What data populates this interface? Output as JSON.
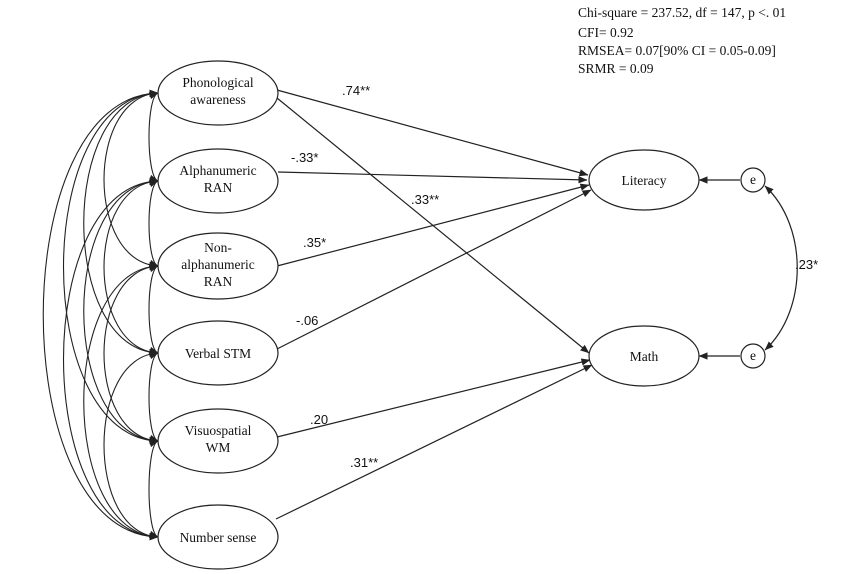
{
  "fit_stats": [
    "Chi-square = 237.52, df = 147, p <. 01",
    "CFI= 0.92",
    "RMSEA= 0.07[90% CI = 0.05-0.09]",
    "SRMR = 0.09"
  ],
  "predictors": [
    {
      "lines": [
        "Phonological",
        "awareness"
      ]
    },
    {
      "lines": [
        "Alphanumeric",
        "RAN"
      ]
    },
    {
      "lines": [
        "Non-",
        "alphanumeric",
        "RAN"
      ]
    },
    {
      "lines": [
        "Verbal STM"
      ]
    },
    {
      "lines": [
        "Visuospatial",
        "WM"
      ]
    },
    {
      "lines": [
        "Number sense"
      ]
    }
  ],
  "outcomes": [
    {
      "label": "Literacy",
      "error_label": "e"
    },
    {
      "label": "Math",
      "error_label": "e"
    }
  ],
  "paths": [
    {
      "from": "Phonological awareness",
      "to": "Literacy",
      "coefficient": ".74**"
    },
    {
      "from": "Phonological awareness",
      "to": "Math",
      "coefficient": ".33**"
    },
    {
      "from": "Alphanumeric RAN",
      "to": "Literacy",
      "coefficient": "-.33*"
    },
    {
      "from": "Non-alphanumeric RAN",
      "to": "Literacy",
      "coefficient": ".35*"
    },
    {
      "from": "Verbal STM",
      "to": "Literacy",
      "coefficient": "-.06"
    },
    {
      "from": "Visuospatial WM",
      "to": "Math",
      "coefficient": ".20"
    },
    {
      "from": "Number sense",
      "to": "Math",
      "coefficient": ".31**"
    }
  ],
  "residual_covariance": {
    "between": [
      "Literacy",
      "Math"
    ],
    "coefficient": ".23*"
  }
}
